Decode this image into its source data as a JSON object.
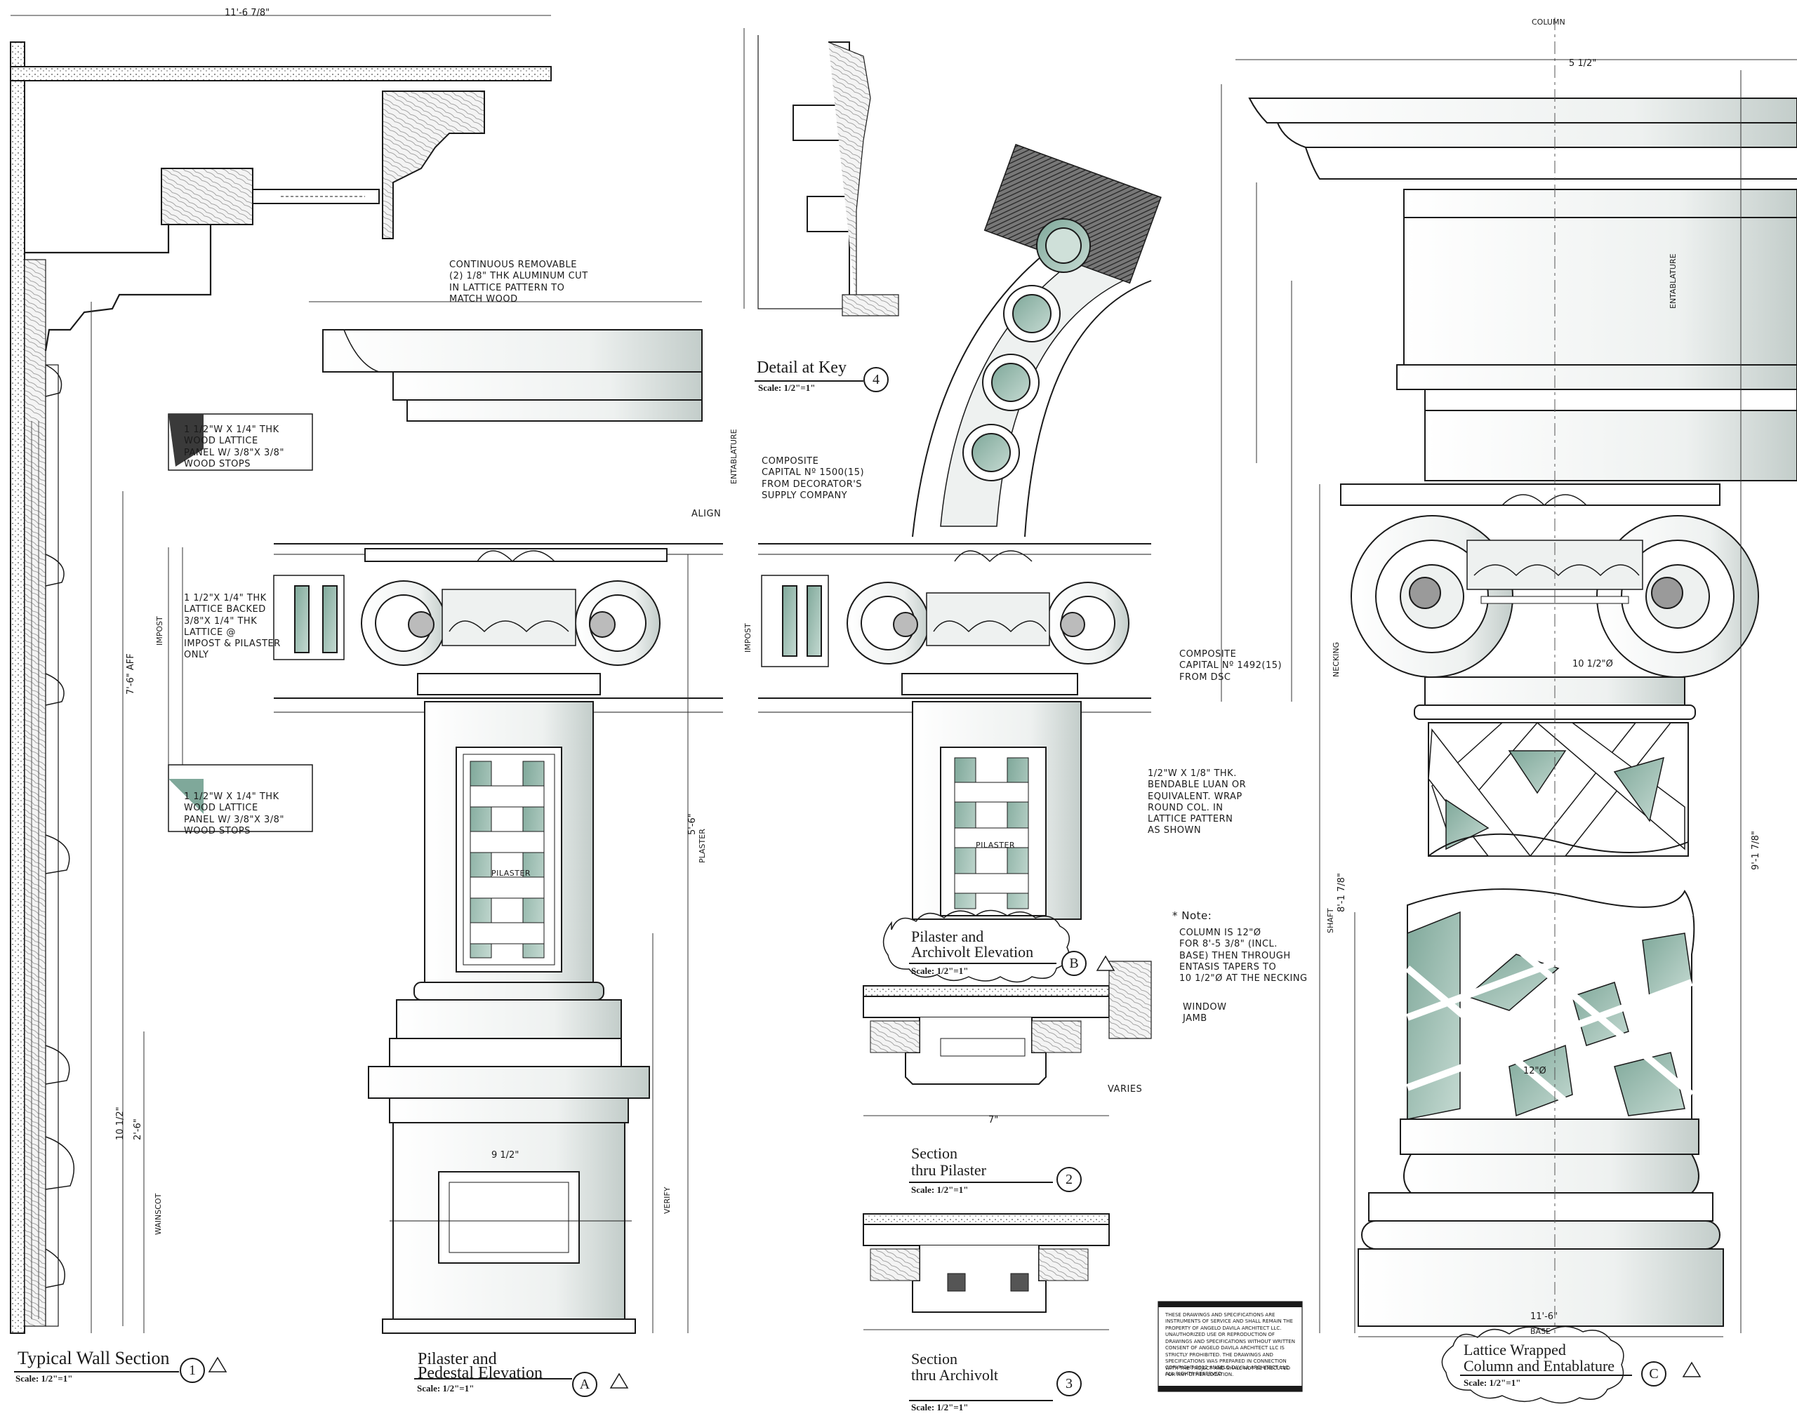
{
  "sheet": {
    "drawings": [
      {
        "id": "1",
        "title": "Typical Wall Section",
        "scale": "Scale: 1/2\"=1\"",
        "number": "1"
      },
      {
        "id": "A",
        "title_line1": "Pilaster and",
        "title_line2": "Pedestal Elevation",
        "scale": "Scale: 1/2\"=1\"",
        "number": "A"
      },
      {
        "id": "4",
        "title": "Detail at Key",
        "scale": "Scale: 1/2\"=1\"",
        "number": "4"
      },
      {
        "id": "B",
        "title_line1": "Pilaster and",
        "title_line2": "Archivolt Elevation",
        "scale": "Scale: 1/2\"=1\"",
        "number": "B"
      },
      {
        "id": "2",
        "title_line1": "Section",
        "title_line2": "thru Pilaster",
        "scale": "Scale: 1/2\"=1\"",
        "number": "2"
      },
      {
        "id": "3",
        "title_line1": "Section",
        "title_line2": "thru Archivolt",
        "scale": "Scale: 1/2\"=1\"",
        "number": "3"
      },
      {
        "id": "C",
        "title_line1": "Lattice Wrapped",
        "title_line2": "Column and Entablature",
        "scale": "Scale: 1/2\"=1\"",
        "number": "C"
      }
    ],
    "notes": {
      "continuous": "CONTINUOUS REMOVABLE\n(2) 1/8\" THK ALUMINUM CUT\nIN LATTICE PATTERN TO\nMATCH WOOD",
      "lattice_top": "1 1/2\"W X 1/4\" THK\nWOOD LATTICE\nPANEL W/ 3/8\"X 3/8\"\nWOOD STOPS",
      "lattice_mid": "1 1/2\"X 1/4\" THK\nLATTICE BACKED\n3/8\"X 1/4\" THK\nLATTICE @\nIMPOST & PILASTER\nONLY",
      "lattice_low": "1 1/2\"W X 1/4\" THK\nWOOD LATTICE\nPANEL W/ 3/8\"X 3/8\"\nWOOD STOPS",
      "composite_15": "COMPOSITE\nCAPITAL Nº 1500(15)\nFROM DECORATOR'S\nSUPPLY COMPANY",
      "composite_c": "COMPOSITE\nCAPITAL Nº 1492(15)\nFROM DSC",
      "bendable": "1/2\"W X 1/8\" THK.\nBENDABLE LUAN OR\nEQUIVALENT. WRAP\nROUND COL. IN\nLATTICE PATTERN\nAS SHOWN",
      "note_head": "* Note:",
      "note_body": "COLUMN IS 12\"Ø\nFOR 8'-5 3/8\" (INCL.\nBASE) THEN THROUGH\nENTASIS TAPERS TO\n10 1/2\"Ø AT THE NECKING",
      "window_jamb": "WINDOW\nJAMB",
      "align": "ALIGN",
      "varies": "VARIES",
      "pilaster_word": "PILASTER"
    },
    "vertical_labels": {
      "entablature": "ENTABLATURE",
      "impost": "IMPOST",
      "plaster": "PLASTER",
      "wainscot": "WAINSCOT",
      "verify": "VERIFY",
      "shaft": "SHAFT",
      "necking": "NECKING",
      "base": "BASE",
      "column": "COLUMN"
    },
    "dimensions": {
      "overall_top": "11'-6 7/8\"",
      "col_top": "5 1/2\"",
      "col_width": "10 1/2\"Ø",
      "col_base_width": "11'-6\"",
      "col_shaft": "12\"Ø",
      "col_height": "9'-1 7/8\"",
      "col_shaft_h": "8'-1 7/8\"",
      "impost_h": "7'-6\" AFF",
      "plaster_h": "5'-6\"",
      "pilaster_w": "9 1/2\"",
      "section_w": "7\"",
      "wainscot_h": "2'-6\"",
      "wainscot_total": "10 1/2\""
    },
    "copyright_text": "THESE DRAWINGS AND SPECIFICATIONS ARE INSTRUMENTS OF SERVICE AND SHALL REMAIN THE PROPERTY OF ANGELO DAVILA ARCHITECT LLC. UNAUTHORIZED USE OR REPRODUCTION OF DRAWINGS AND SPECIFICATIONS WITHOUT WRITTEN CONSENT OF ANGELO DAVILA ARCHITECT LLC IS STRICTLY PROHIBITED. THE DRAWINGS AND SPECIFICATIONS WAS PREPARED IN CONNECTION WITH THE PROJECT AND SHALL NOT BE EXECUTED FOR ANY OTHER LOCATION.",
    "copyright_line": "COPYRIGHT 2012  ANGELO DAVILA ARCHITECT LLC.  ALL RIGHTS RESERVED",
    "colors": {
      "ink": "#1a1a1a",
      "wash_green": "#9fbfb3",
      "wash_grey": "#c9d3d0",
      "poche": "#3a3a3a"
    }
  }
}
